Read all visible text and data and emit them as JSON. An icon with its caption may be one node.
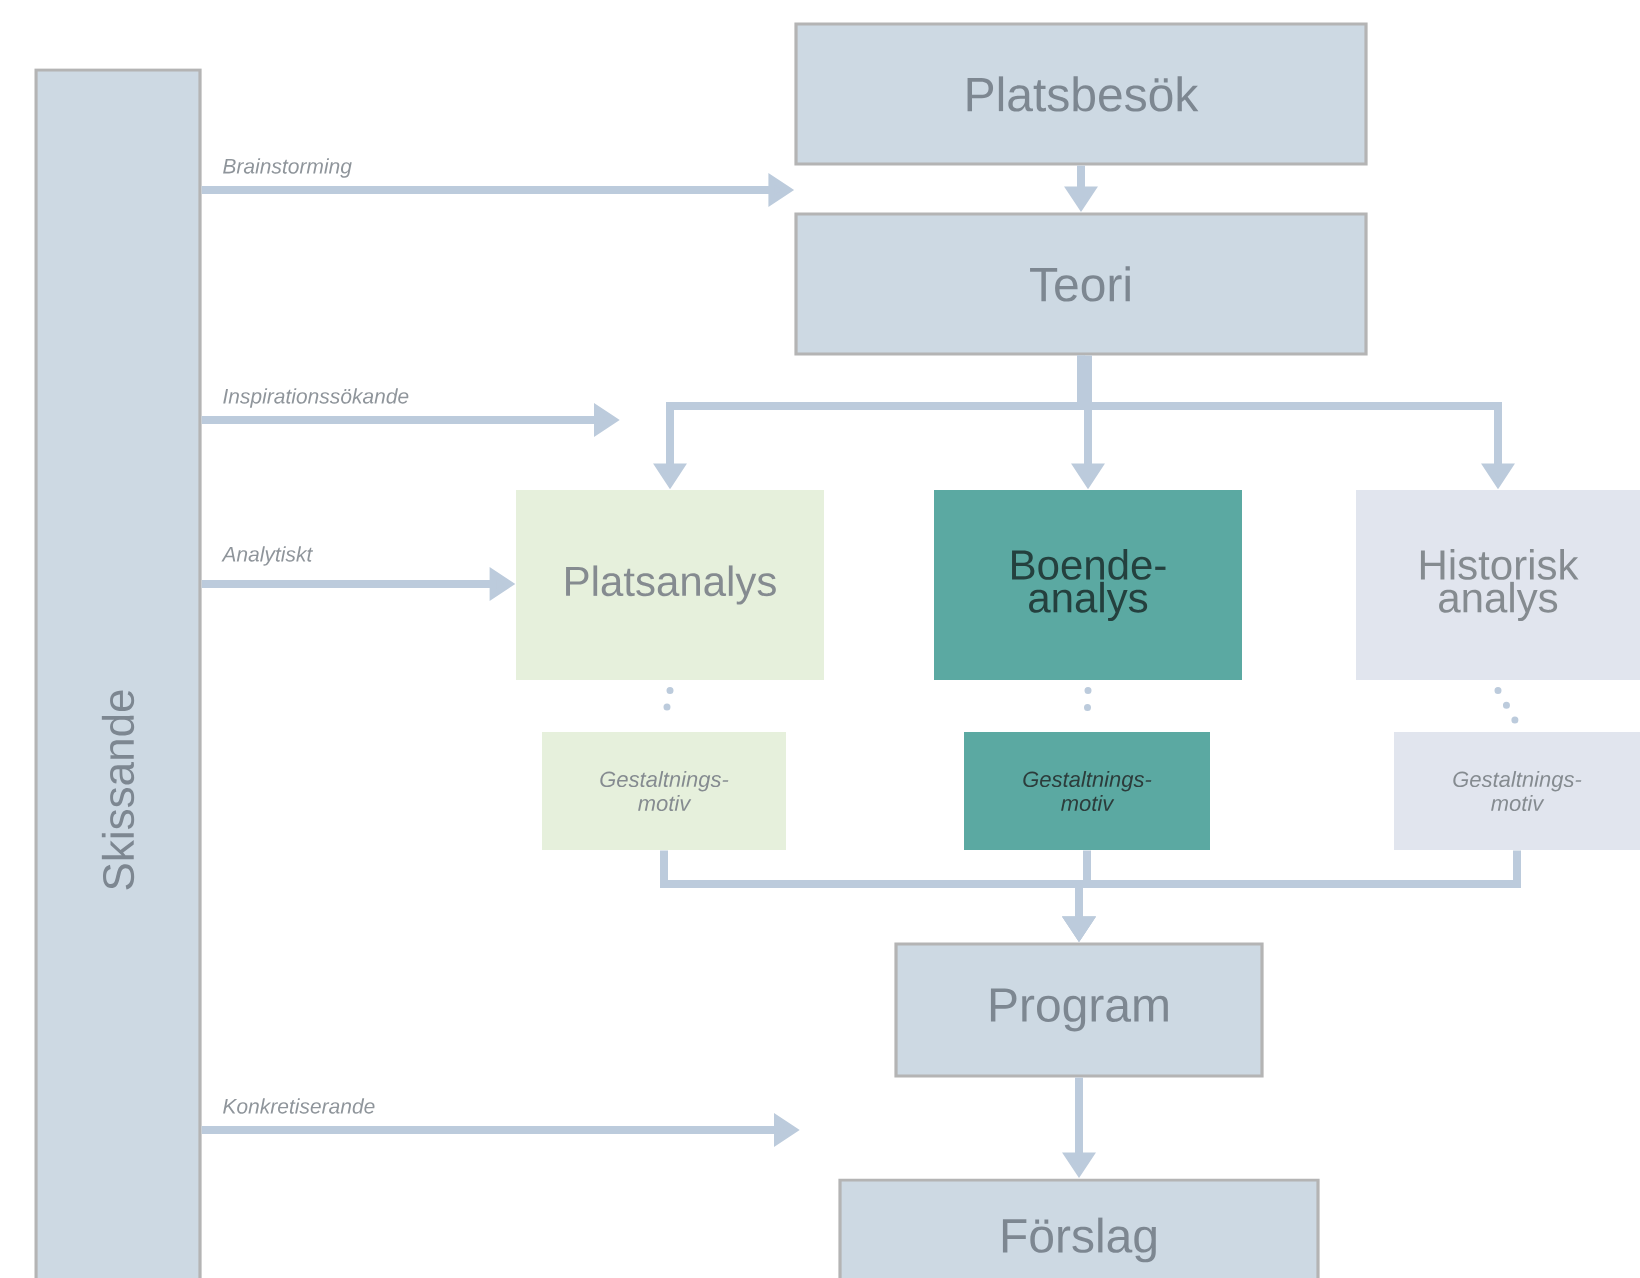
{
  "diagram": {
    "nodes": [
      {
        "text": [
          "Skissande"
        ]
      },
      {
        "text": [
          "Platsbesök"
        ]
      },
      {
        "text": [
          "Teori"
        ]
      },
      {
        "text": [
          "Platsanalys"
        ]
      },
      {
        "text": [
          "Boende-analys"
        ]
      },
      {
        "text": [
          "Historisk analys"
        ]
      },
      {
        "text": [
          "Gestaltnings-motiv"
        ]
      },
      {
        "text": [
          "Gestaltnings-motiv"
        ]
      },
      {
        "text": [
          "Gestaltnings-motiv"
        ]
      },
      {
        "text": [
          "Program"
        ]
      },
      {
        "text": [
          "Förslag"
        ]
      }
    ],
    "edges": [
      {
        "from": 0,
        "to": 1,
        "arrow": "to",
        "label": "Brainstorming"
      },
      {
        "from": 1,
        "to": 2,
        "arrow": "to"
      },
      {
        "from": 0,
        "to": null,
        "arrow": "to",
        "label": "Inspirationssökande"
      },
      {
        "from": 2,
        "to": 3,
        "arrow": "to"
      },
      {
        "from": 2,
        "to": 4,
        "arrow": "to"
      },
      {
        "from": 2,
        "to": 5,
        "arrow": "to"
      },
      {
        "from": 0,
        "to": 3,
        "arrow": "to",
        "label": "Analytiskt"
      },
      {
        "from": 3,
        "to": 6,
        "arrow": "none",
        "style": "dashed"
      },
      {
        "from": 4,
        "to": 7,
        "arrow": "none",
        "style": "dashed"
      },
      {
        "from": 5,
        "to": 8,
        "arrow": "none",
        "style": "dashed"
      },
      {
        "from": 6,
        "to": 9,
        "arrow": "to"
      },
      {
        "from": 7,
        "to": 9,
        "arrow": "to"
      },
      {
        "from": 8,
        "to": 9,
        "arrow": "to"
      },
      {
        "from": 0,
        "to": null,
        "arrow": "to",
        "label": "Konkretiserande"
      },
      {
        "from": 9,
        "to": 10,
        "arrow": "to"
      }
    ]
  }
}
